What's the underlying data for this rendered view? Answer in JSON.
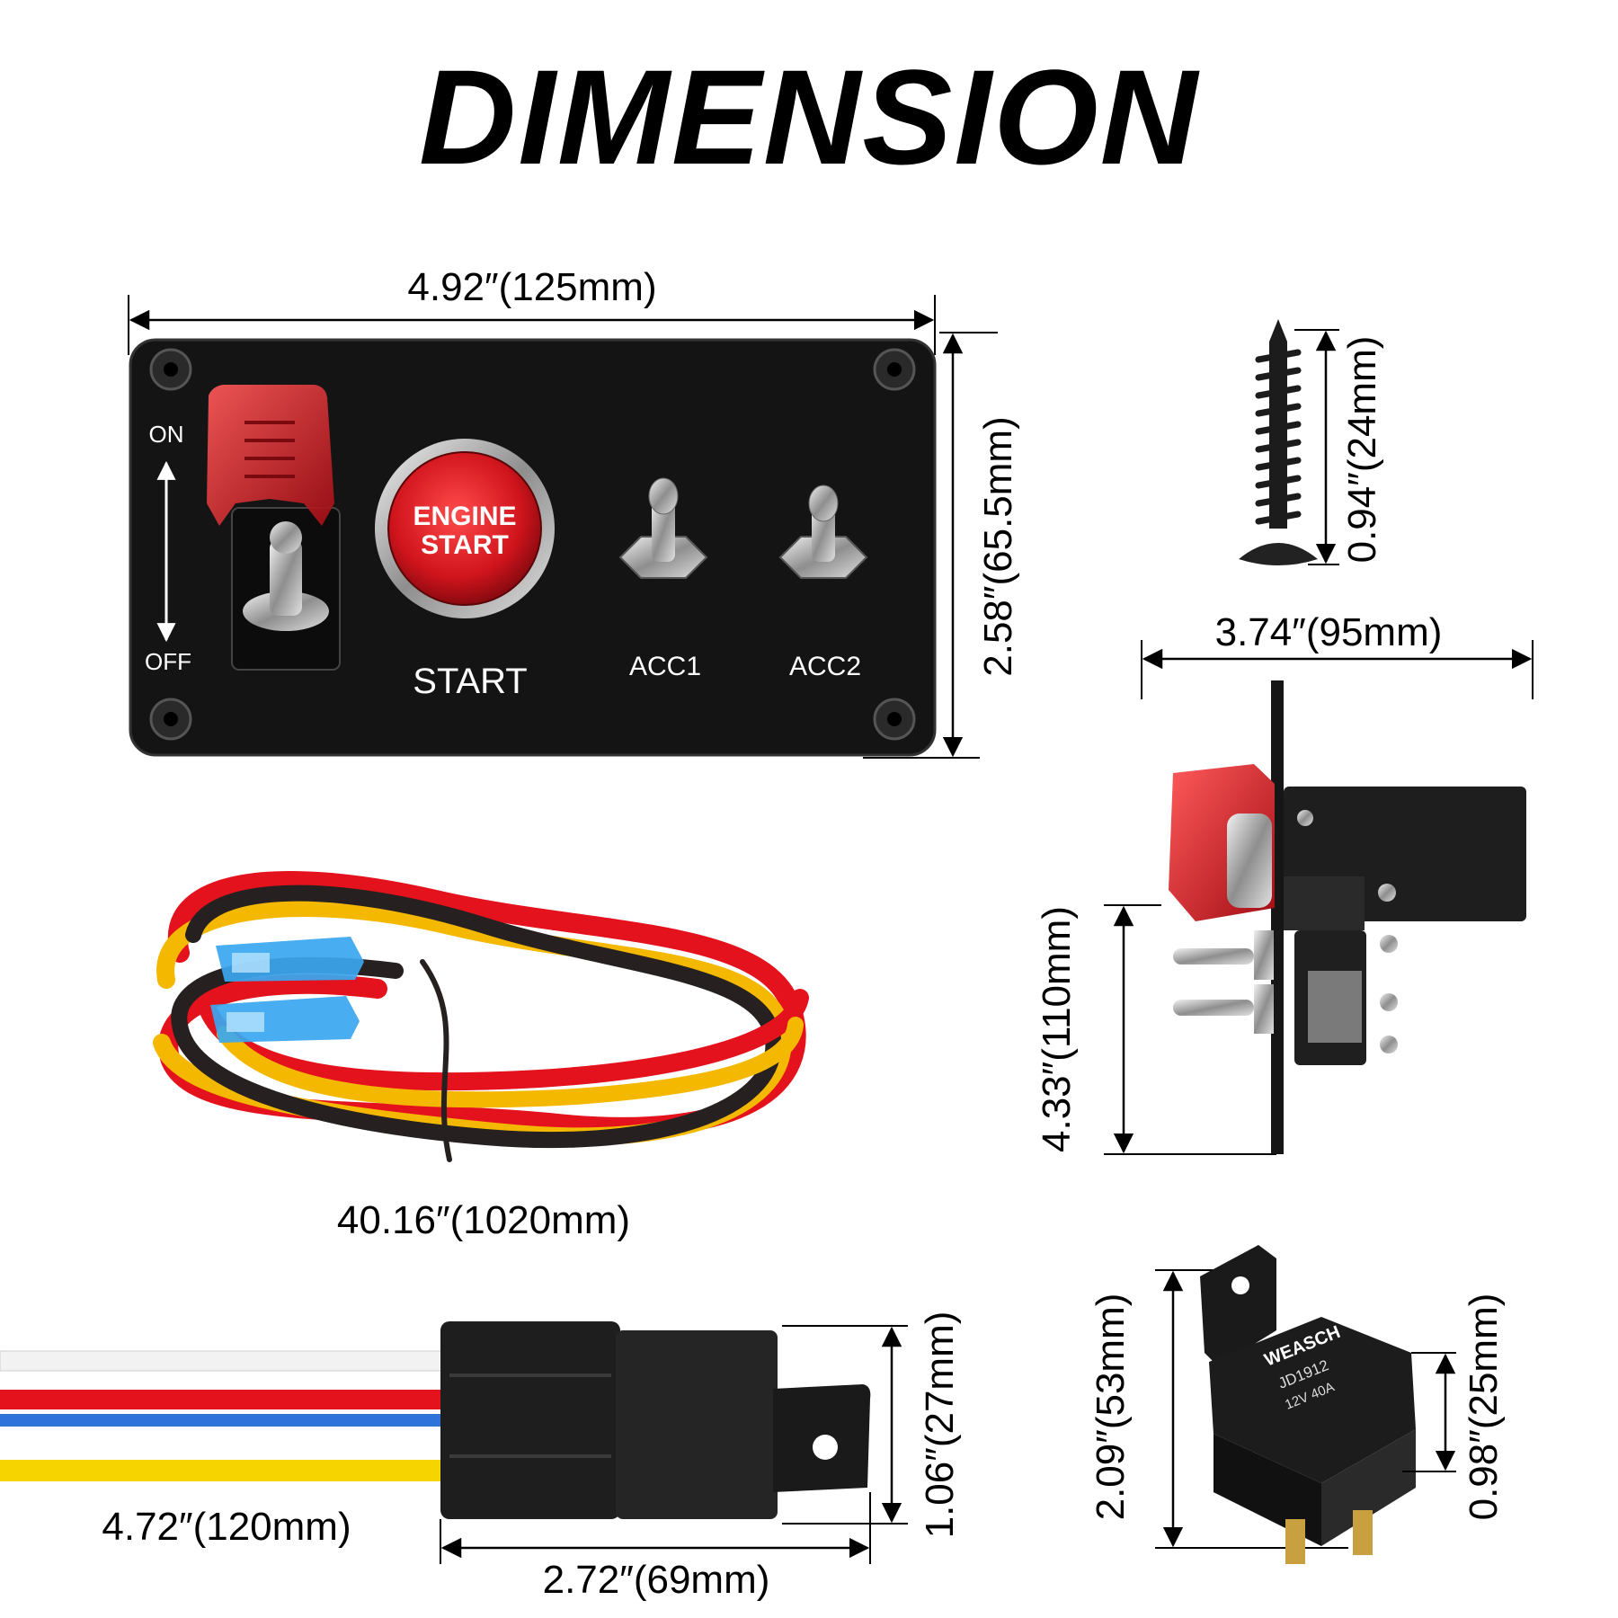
{
  "title": "DIMENSION",
  "panel": {
    "width_label": "4.92″(125mm)",
    "height_label": "2.58″(65.5mm)",
    "on_label": "ON",
    "off_label": "OFF",
    "button_line1": "ENGINE",
    "button_line2": "START",
    "start_label": "START",
    "acc1_label": "ACC1",
    "acc2_label": "ACC2"
  },
  "screw": {
    "length_label": "0.94″(24mm)"
  },
  "side_view": {
    "width_label": "3.74″(95mm)",
    "height_label": "4.33″(110mm)"
  },
  "harness": {
    "length_label": "40.16″(1020mm)"
  },
  "relay_socket": {
    "lead_label": "4.72″(120mm)",
    "width_label": "2.72″(69mm)",
    "height_label": "1.06″(27mm)"
  },
  "relay": {
    "height_label": "2.09″(53mm)",
    "body_label": "0.98″(25mm)",
    "brand": "WEASCH",
    "model": "JD1912",
    "rating": "12V 40A"
  },
  "colors": {
    "panel": "#141414",
    "accent_red": "#d0141c",
    "wire_red": "#e3121c",
    "wire_yellow": "#f5b800",
    "wire_black": "#262020",
    "wire_blue": "#2f72d9",
    "terminal_blue": "#3aa7f0"
  }
}
